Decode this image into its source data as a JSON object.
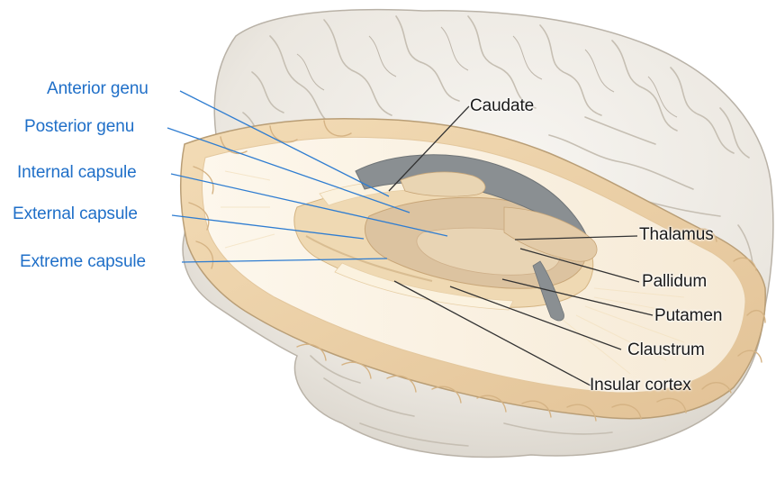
{
  "colors": {
    "left_label": "#1f6fc8",
    "right_label": "#1a1a1a",
    "left_leader": "#2f7dd1",
    "right_leader": "#333333",
    "brain_surface": "#f1eee8",
    "white_matter": "#fbf3e4",
    "gray_matter": "#e8d2ad",
    "deep_nuclei": "#dcc3a0",
    "ventricle": "#8a8f92"
  },
  "labels_left": [
    {
      "id": "anterior-genu",
      "text": "Anterior genu"
    },
    {
      "id": "posterior-genu",
      "text": "Posterior genu"
    },
    {
      "id": "internal-capsule",
      "text": "Internal capsule"
    },
    {
      "id": "external-capsule",
      "text": "External capsule"
    },
    {
      "id": "extreme-capsule",
      "text": "Extreme capsule"
    }
  ],
  "labels_right": [
    {
      "id": "caudate",
      "text": "Caudate"
    },
    {
      "id": "thalamus",
      "text": "Thalamus"
    },
    {
      "id": "pallidum",
      "text": "Pallidum"
    },
    {
      "id": "putamen",
      "text": "Putamen"
    },
    {
      "id": "claustrum",
      "text": "Claustrum"
    },
    {
      "id": "insular-cortex",
      "text": "Insular cortex"
    }
  ]
}
